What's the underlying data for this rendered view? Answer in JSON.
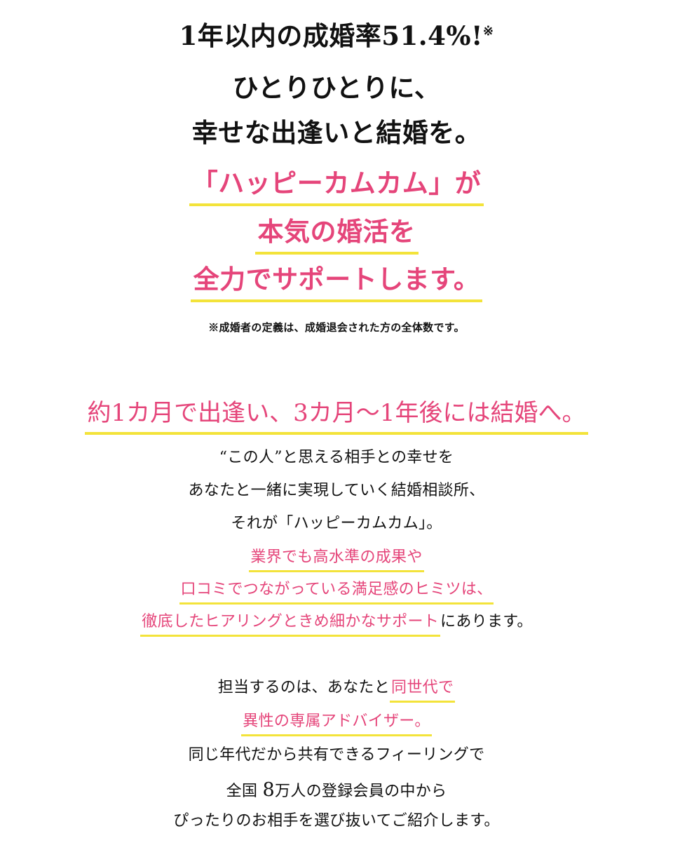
{
  "hero": {
    "line1": "1年以内の成婚率51.4%!",
    "line1_mark": "※",
    "line2": "ひとりひとりに、",
    "line3": "幸せな出逢いと結婚を。",
    "line4": "「ハッピーカムカム」が",
    "line5": "本気の婚活を",
    "line6": "全力でサポートします。"
  },
  "footnote": "※成婚者の定義は、成婚退会された方の全体数です。",
  "section": {
    "headline": "約1カ月で出逢い、3カ月〜1年後には結婚へ。",
    "p1": {
      "l1": "“この人”と思える相手との幸せを",
      "l2": "あなたと一緒に実現していく結婚相談所、",
      "l3": "それが「ハッピーカムカム」。",
      "l4": "業界でも高水準の成果や",
      "l5": "口コミでつながっている満足感のヒミツは、",
      "l6_highlight": "徹底したヒアリングときめ細かなサポート",
      "l6_rest": "にあります。"
    },
    "p2": {
      "l1_pre": "担当するのは、あなたと",
      "l1_highlight": "同世代で",
      "l2": "異性の専属アドバイザー。",
      "l3": "同じ年代だから共有できるフィーリングで",
      "l4_pre": "全国",
      "l4_num": "8",
      "l4_post": "万人の登録会員の中から",
      "l5": "ぴったりのお相手を選び抜いてご紹介します。"
    }
  },
  "colors": {
    "accent_pink": "#e5457a",
    "highlight_yellow": "#f3e33a",
    "text": "#111111"
  }
}
